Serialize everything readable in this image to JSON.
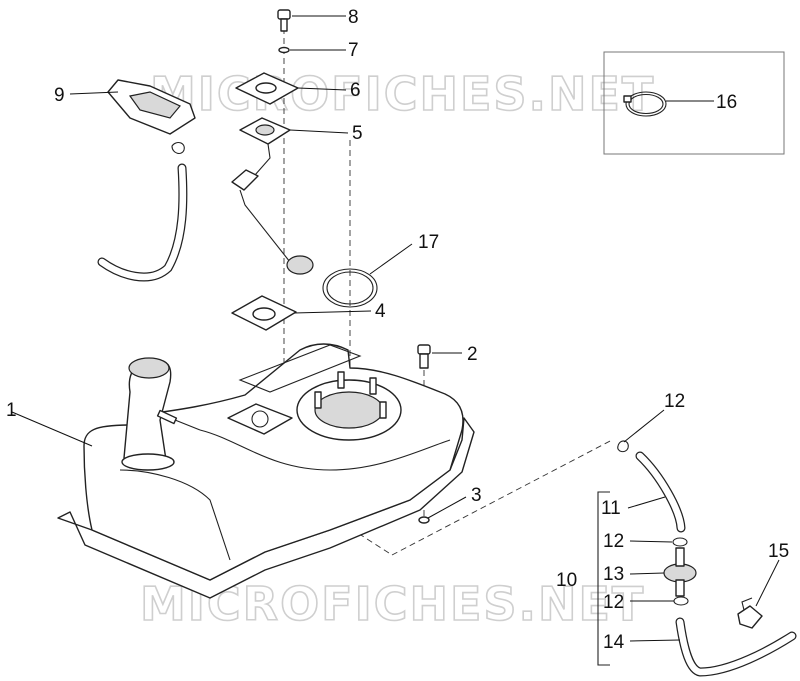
{
  "watermark": "MICROFICHES.NET",
  "callouts": [
    {
      "id": "1",
      "label": "1"
    },
    {
      "id": "2",
      "label": "2"
    },
    {
      "id": "3",
      "label": "3"
    },
    {
      "id": "4",
      "label": "4"
    },
    {
      "id": "5",
      "label": "5"
    },
    {
      "id": "6",
      "label": "6"
    },
    {
      "id": "7",
      "label": "7"
    },
    {
      "id": "8",
      "label": "8"
    },
    {
      "id": "9",
      "label": "9"
    },
    {
      "id": "10",
      "label": "10"
    },
    {
      "id": "11",
      "label": "11"
    },
    {
      "id": "12a",
      "label": "12"
    },
    {
      "id": "12b",
      "label": "12"
    },
    {
      "id": "12c",
      "label": "12"
    },
    {
      "id": "13",
      "label": "13"
    },
    {
      "id": "14",
      "label": "14"
    },
    {
      "id": "15",
      "label": "15"
    },
    {
      "id": "16",
      "label": "16"
    },
    {
      "id": "17",
      "label": "17"
    }
  ]
}
